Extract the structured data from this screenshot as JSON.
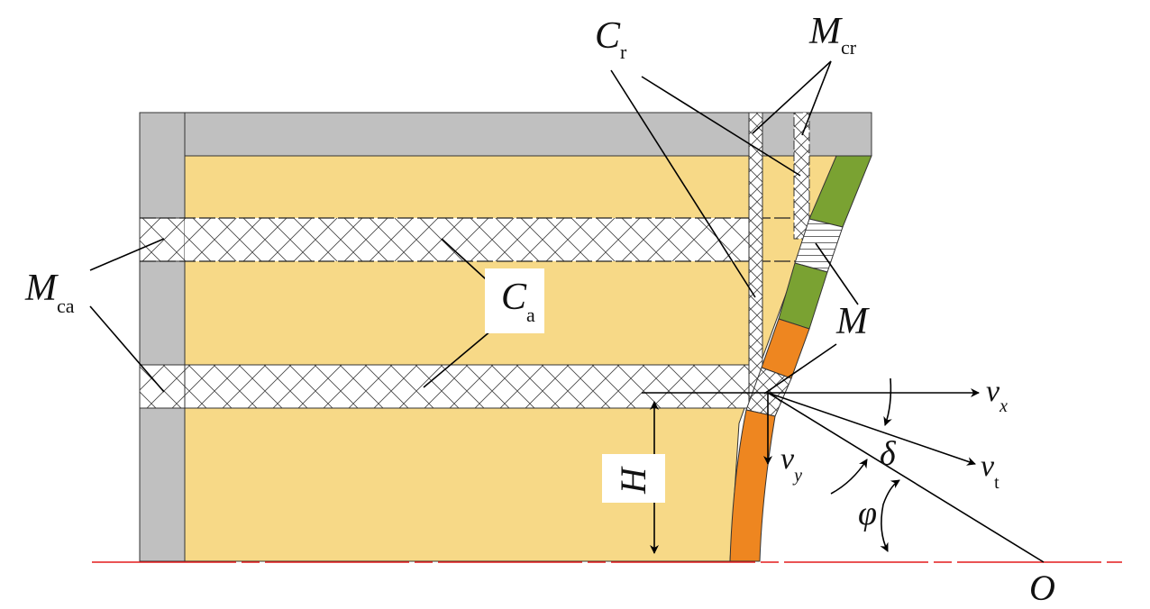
{
  "labels": {
    "c_r": {
      "main": "C",
      "sub": "r"
    },
    "m_cr": {
      "main": "M",
      "sub": "cr"
    },
    "m_ca": {
      "main": "M",
      "sub": "ca"
    },
    "c_a": {
      "main": "C",
      "sub": "a"
    },
    "m": {
      "main": "M"
    },
    "v_x": {
      "main": "v",
      "sub": "x"
    },
    "v_y": {
      "main": "v",
      "sub": "y"
    },
    "v_t": {
      "main": "v",
      "sub": "t"
    },
    "delta": {
      "main": "δ"
    },
    "phi": {
      "main": "φ"
    },
    "h": {
      "main": "H"
    },
    "o": {
      "main": "O"
    }
  },
  "colors": {
    "gray_frame": "#c0c0c0",
    "core_fill": "#f7d987",
    "green_segment": "#7aa232",
    "orange_segment": "#ee8620",
    "axis_line": "#e31a1c"
  }
}
